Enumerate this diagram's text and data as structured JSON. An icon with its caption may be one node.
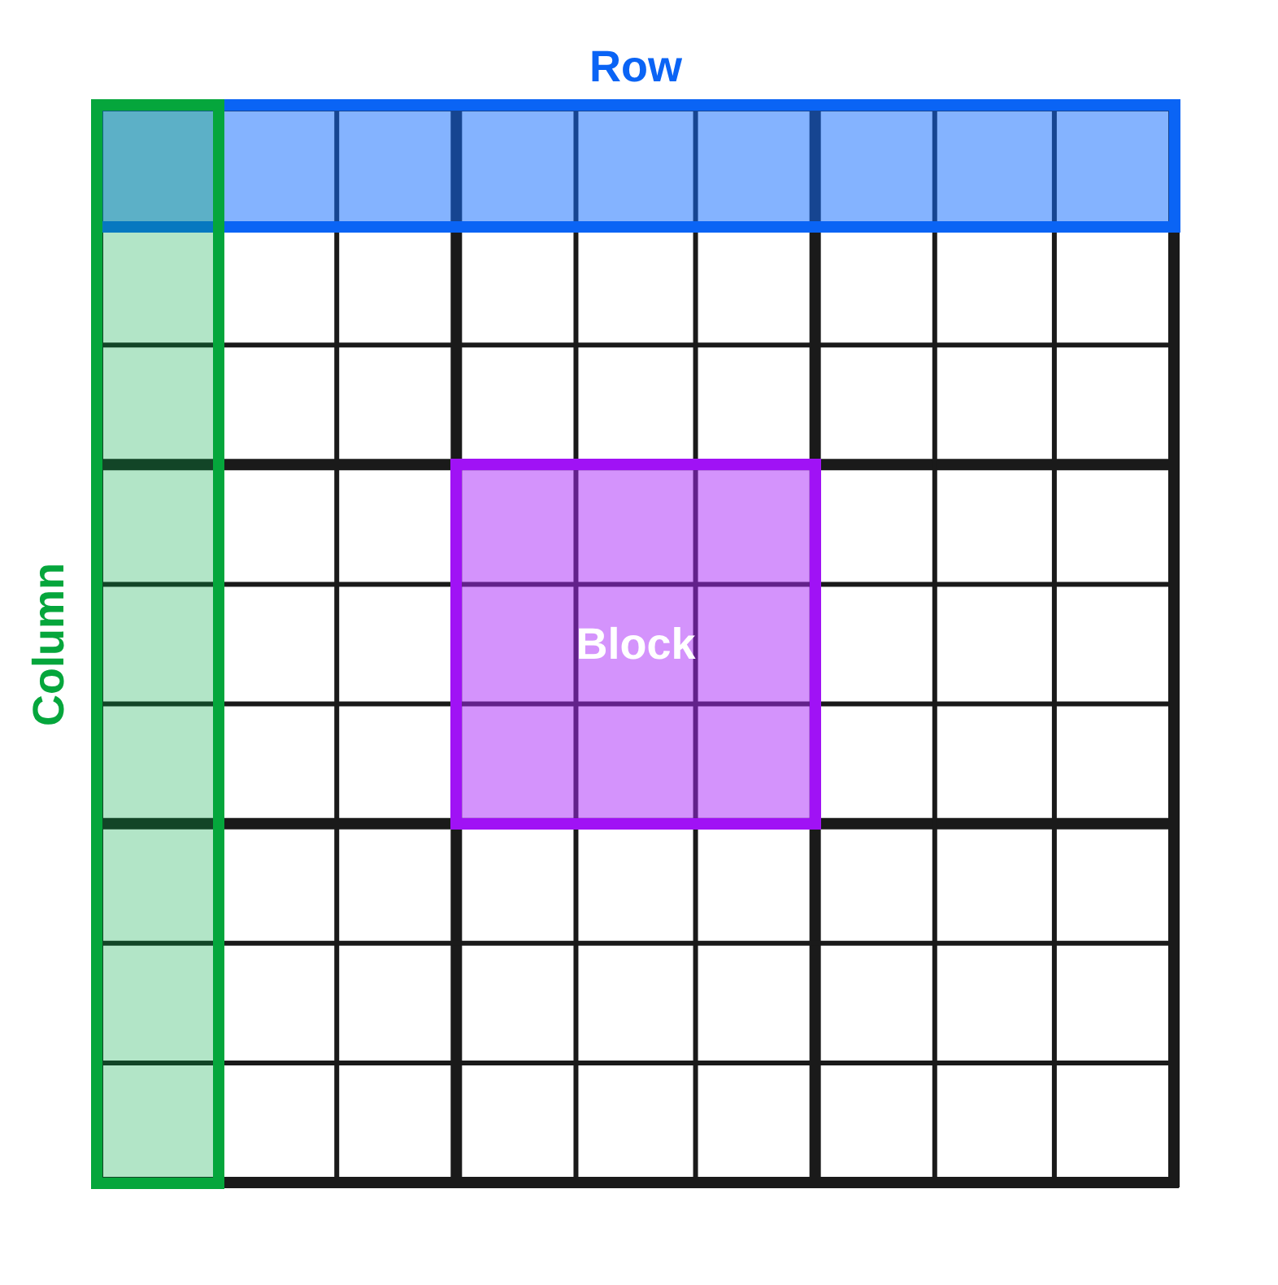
{
  "diagram": {
    "nodes": [
      {
        "text": [
          "Row"
        ]
      },
      {
        "text": [
          "Column"
        ]
      },
      {
        "text": [
          "Block"
        ]
      }
    ]
  }
}
